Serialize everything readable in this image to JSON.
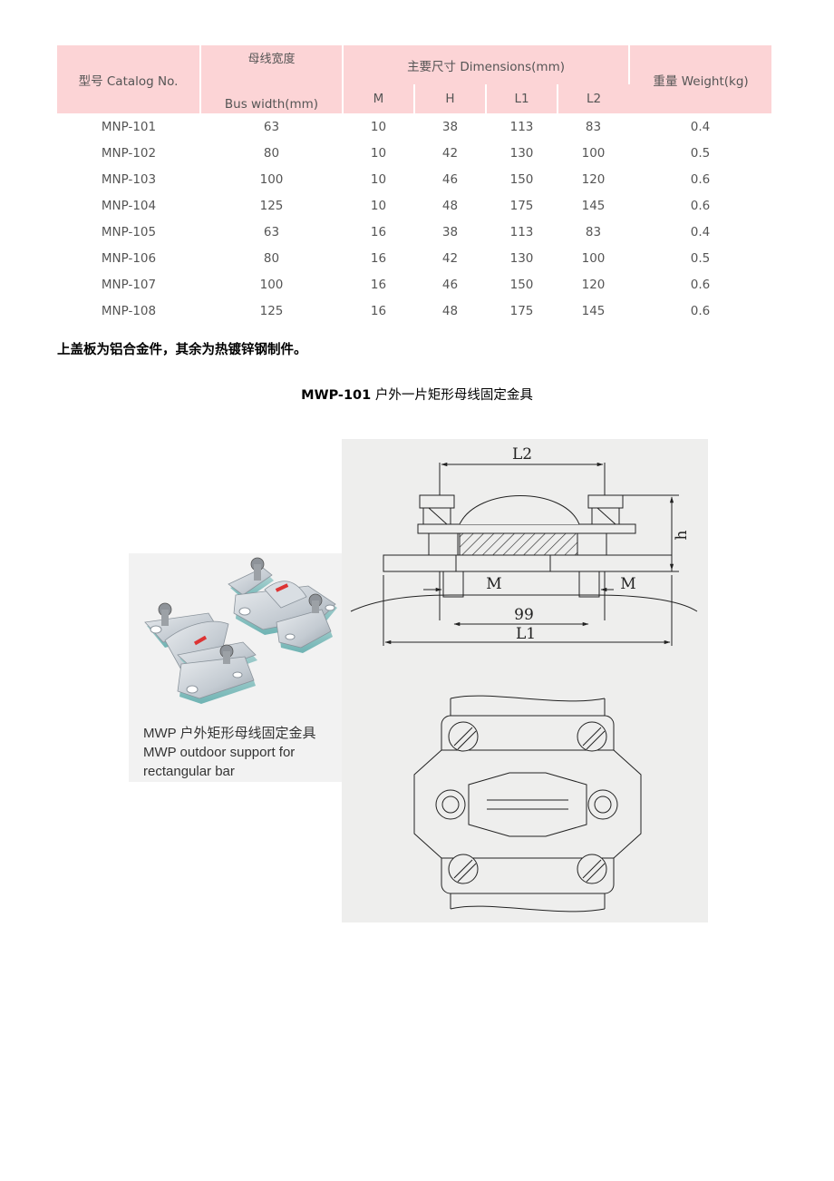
{
  "table": {
    "header": {
      "catalog": "型号 Catalog No.",
      "bus_width_cn": "母线宽度",
      "bus_width_en": "Bus width(mm)",
      "dimensions": "主要尺寸 Dimensions(mm)",
      "col_m": "M",
      "col_h": "H",
      "col_l1": "L1",
      "col_l2": "L2",
      "weight": "重量 Weight(kg)"
    },
    "rows": [
      [
        "MNP-101",
        "63",
        "10",
        "38",
        "113",
        "83",
        "0.4"
      ],
      [
        "MNP-102",
        "80",
        "10",
        "42",
        "130",
        "100",
        "0.5"
      ],
      [
        "MNP-103",
        "100",
        "10",
        "46",
        "150",
        "120",
        "0.6"
      ],
      [
        "MNP-104",
        "125",
        "10",
        "48",
        "175",
        "145",
        "0.6"
      ],
      [
        "MNP-105",
        "63",
        "16",
        "38",
        "113",
        "83",
        "0.4"
      ],
      [
        "MNP-106",
        "80",
        "16",
        "42",
        "130",
        "100",
        "0.5"
      ],
      [
        "MNP-107",
        "100",
        "16",
        "46",
        "150",
        "120",
        "0.6"
      ],
      [
        "MNP-108",
        "125",
        "16",
        "48",
        "175",
        "145",
        "0.6"
      ]
    ]
  },
  "note": "上盖板为铝合金件，其余为热镀锌钢制件。",
  "product": {
    "model": "MWP-101",
    "title": "户外一片矩形母线固定金具"
  },
  "photo_caption": {
    "line1": "MWP 户外矩形母线固定金具",
    "line2": "MWP outdoor support for",
    "line3": "rectangular bar"
  },
  "drawing": {
    "label_l2": "L2",
    "label_h": "h",
    "label_m_left": "M",
    "label_m_right": "M",
    "label_99": "99",
    "label_l1": "L1"
  },
  "colors": {
    "header_bg": "#fcd4d6",
    "body_text": "#555555"
  }
}
